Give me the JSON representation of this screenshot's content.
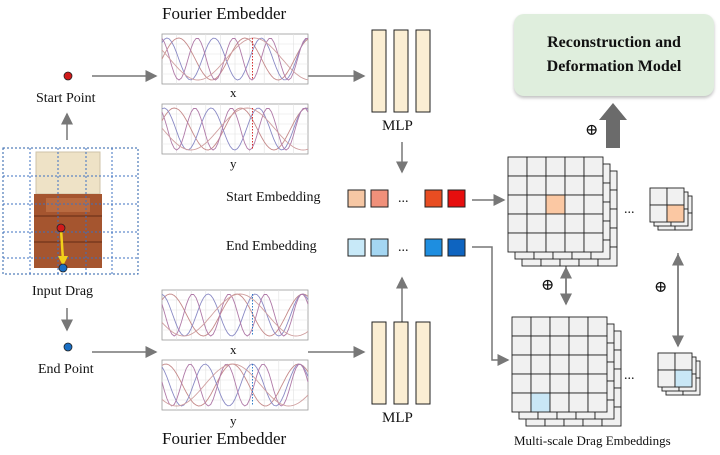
{
  "title_top": "Fourier Embedder",
  "title_bottom": "Fourier Embedder",
  "start_point": "Start Point",
  "end_point": "End Point",
  "input_drag": "Input Drag",
  "plot_x": "x",
  "plot_y": "y",
  "plot_x2": "x",
  "plot_y2": "y",
  "mlp_top": "MLP",
  "mlp_bottom": "MLP",
  "start_embedding": "Start Embedding",
  "end_embedding": "End Embedding",
  "dots": "...",
  "dots2": "...",
  "grid_dots_top": "...",
  "grid_dots_bottom": "...",
  "oplus": "⊕",
  "recon_line1": "Reconstruction and",
  "recon_line2": "Deformation Model",
  "multiscale": "Multi-scale Drag Embeddings",
  "colors": {
    "start_point": "#d11a1a",
    "end_point": "#1a6fc4",
    "mlp_fill": "#fbeed3",
    "recon_fill": "#dfeedd",
    "start_tokens": [
      "#f6c7a4",
      "#f0907a",
      "#e84d22",
      "#e60e0e"
    ],
    "end_tokens": [
      "#c8e9f8",
      "#a4d6f2",
      "#1e8ee0",
      "#0e64c0"
    ],
    "cell_fill": "#f1f1f1",
    "highlight_orange": "#fbc8a3",
    "highlight_blue": "#c9e7f6"
  }
}
